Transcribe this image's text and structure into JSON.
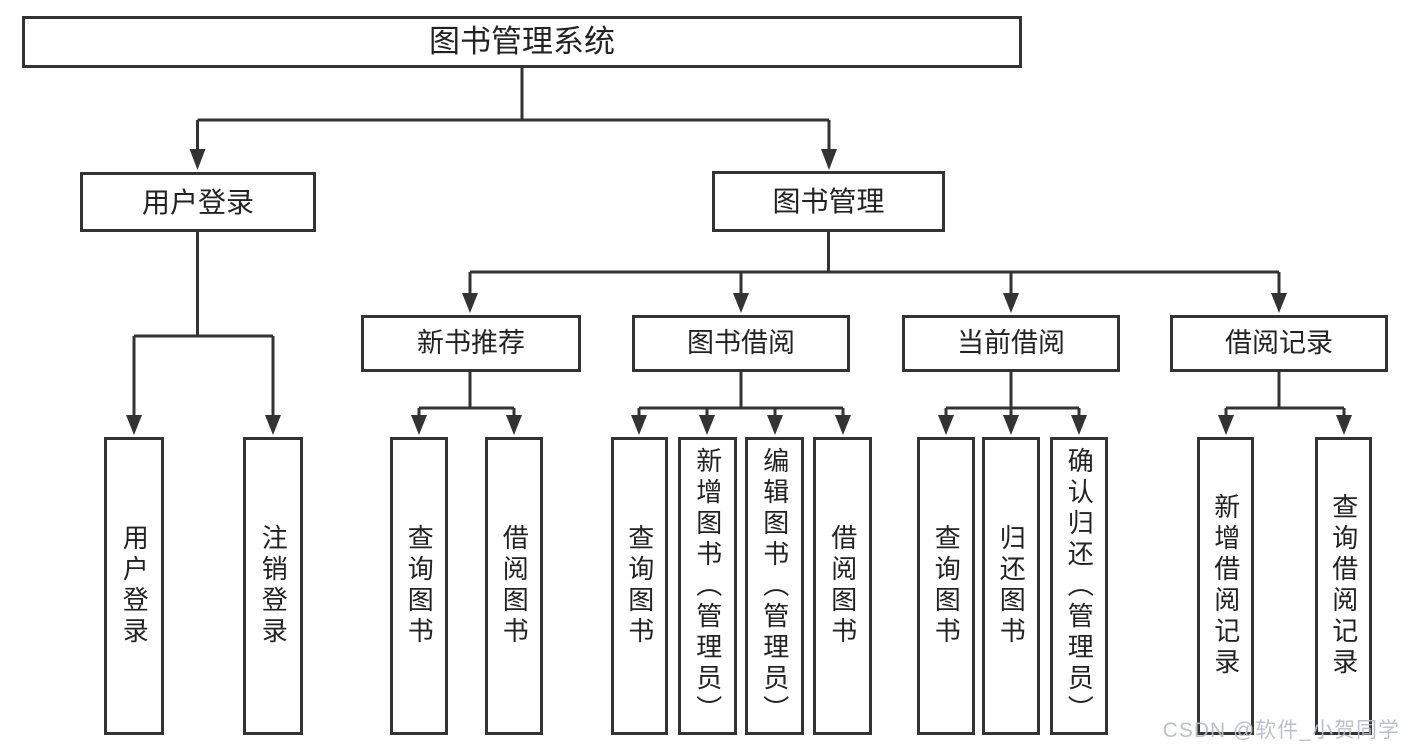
{
  "colors": {
    "line": "#333333",
    "box_border": "#333333",
    "text": "#222222",
    "background": "#ffffff",
    "watermark": "#b8bdc3"
  },
  "watermark": {
    "text": "CSDN @软件_小贺同学"
  },
  "diagram": {
    "type": "hierarchy-tree",
    "nodes": [
      {
        "id": "system",
        "label": "图书管理系统",
        "parent": null
      },
      {
        "id": "user-login",
        "label": "用户登录",
        "parent": "system"
      },
      {
        "id": "book-management",
        "label": "图书管理",
        "parent": "system"
      },
      {
        "id": "new-book-recommend",
        "label": "新书推荐",
        "parent": "book-management"
      },
      {
        "id": "book-borrow",
        "label": "图书借阅",
        "parent": "book-management"
      },
      {
        "id": "current-borrow",
        "label": "当前借阅",
        "parent": "book-management"
      },
      {
        "id": "borrow-records",
        "label": "借阅记录",
        "parent": "book-management"
      },
      {
        "id": "leaf-user-login",
        "label": "用户登录",
        "parent": "user-login"
      },
      {
        "id": "leaf-logout",
        "label": "注销登录",
        "parent": "user-login"
      },
      {
        "id": "rec-query-books",
        "label": "查询图书",
        "parent": "new-book-recommend"
      },
      {
        "id": "rec-borrow-books",
        "label": "借阅图书",
        "parent": "new-book-recommend"
      },
      {
        "id": "bb-query-books",
        "label": "查询图书",
        "parent": "book-borrow"
      },
      {
        "id": "bb-add-books",
        "label": "新增图书（管理员）",
        "parent": "book-borrow"
      },
      {
        "id": "bb-edit-books",
        "label": "编辑图书（管理员）",
        "parent": "book-borrow"
      },
      {
        "id": "bb-borrow-books",
        "label": "借阅图书",
        "parent": "book-borrow"
      },
      {
        "id": "cb-query-books",
        "label": "查询图书",
        "parent": "current-borrow"
      },
      {
        "id": "cb-return-books",
        "label": "归还图书",
        "parent": "current-borrow"
      },
      {
        "id": "cb-confirm-return",
        "label": "确认归还（管理员）",
        "parent": "current-borrow"
      },
      {
        "id": "br-add-record",
        "label": "新增借阅记录",
        "parent": "borrow-records"
      },
      {
        "id": "br-query-record",
        "label": "查询借阅记录",
        "parent": "borrow-records"
      }
    ]
  }
}
